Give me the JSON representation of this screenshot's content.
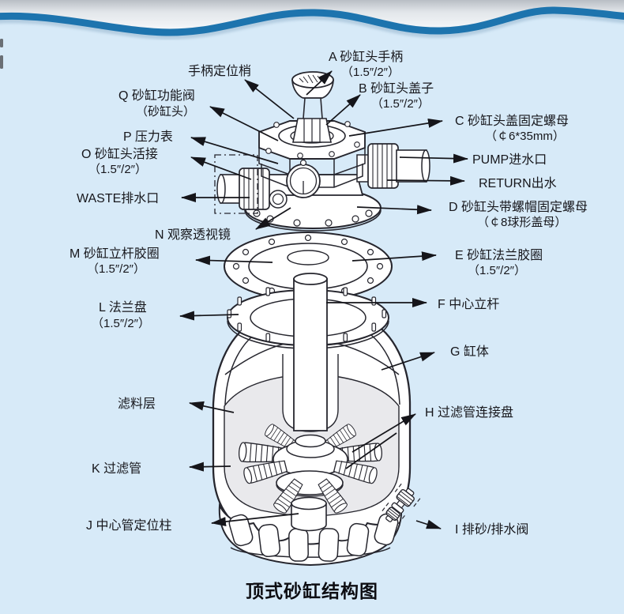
{
  "diagram": {
    "title": "顶式砂缸结构图",
    "left_labels": [
      {
        "text": "手柄定位梢"
      },
      {
        "text": "Q 砂缸功能阀",
        "sub": "（砂缸头）"
      },
      {
        "text": "P 压力表"
      },
      {
        "text": "O 砂缸头活接",
        "sub": "（1.5″/2″）"
      },
      {
        "text": "WASTE排水口"
      },
      {
        "text": "N 观察透视镜"
      },
      {
        "text": "M 砂缸立杆胶圈",
        "sub": "（1.5″/2″）"
      },
      {
        "text": "L 法兰盘",
        "sub": "（1.5″/2″）"
      },
      {
        "text": "滤料层"
      },
      {
        "text": "K 过滤管"
      },
      {
        "text": "J 中心管定位柱"
      }
    ],
    "right_labels": [
      {
        "text": "A 砂缸头手柄",
        "sub": "（1.5″/2″）"
      },
      {
        "text": "B 砂缸头盖子",
        "sub": "（1.5″/2″）"
      },
      {
        "text": "C 砂缸头盖固定螺母",
        "sub": "（￠6*35mm）"
      },
      {
        "text": "PUMP进水口"
      },
      {
        "text": "RETURN出水"
      },
      {
        "text": "D 砂缸头带螺帽固定螺母",
        "sub": "（￠8球形盖母）"
      },
      {
        "text": "E 砂缸法兰胶圈",
        "sub": "（1.5″/2″）"
      },
      {
        "text": "F 中心立杆"
      },
      {
        "text": "G 缸体"
      },
      {
        "text": "H 过滤管连接盘"
      },
      {
        "text": "I 排砂/排水阀"
      }
    ],
    "colors": {
      "background": "#d7eaf8",
      "wave_blue": "#1d74ae",
      "line": "#26262e",
      "media_fill": "#e9e9ec",
      "text": "#17171c"
    }
  }
}
